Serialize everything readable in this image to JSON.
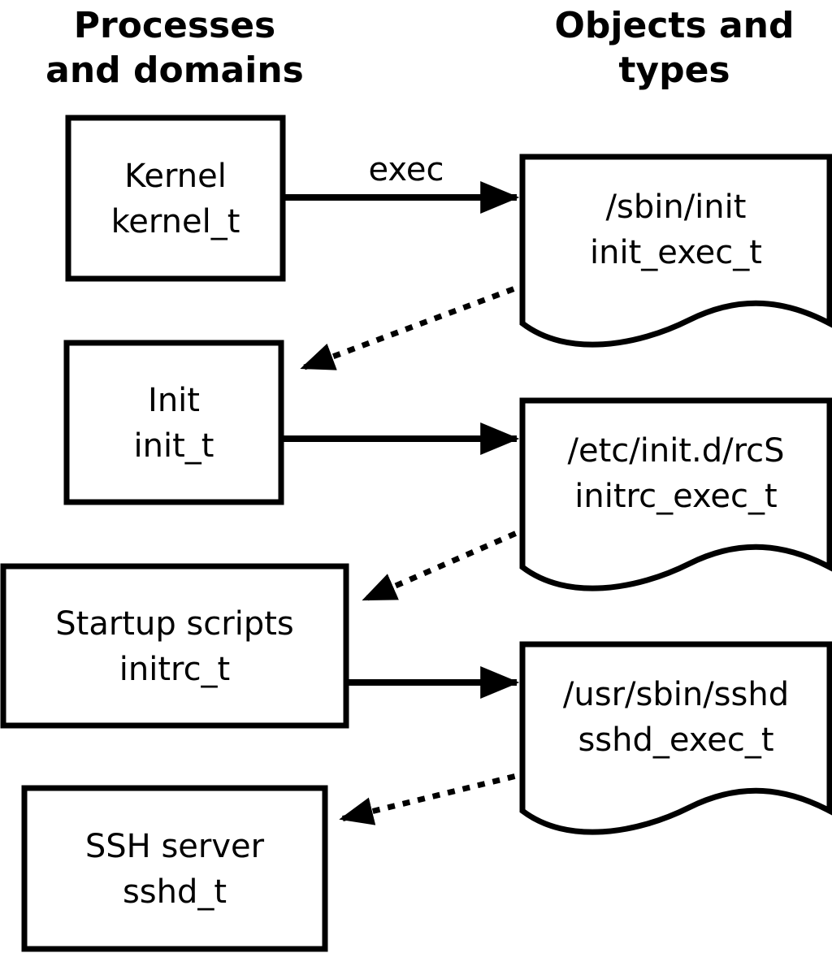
{
  "colors": {
    "foreground": "#000000",
    "background": "#ffffff"
  },
  "headers": {
    "left_line1": "Processes",
    "left_line2": "and domains",
    "right_line1": "Objects and",
    "right_line2": "types"
  },
  "processes": [
    {
      "line1": "Kernel",
      "line2": "kernel_t"
    },
    {
      "line1": "Init",
      "line2": "init_t"
    },
    {
      "line1": "Startup scripts",
      "line2": "initrc_t"
    },
    {
      "line1": "SSH server",
      "line2": "sshd_t"
    }
  ],
  "objects": [
    {
      "line1": "/sbin/init",
      "line2": "init_exec_t"
    },
    {
      "line1": "/etc/init.d/rcS",
      "line2": "initrc_exec_t"
    },
    {
      "line1": "/usr/sbin/sshd",
      "line2": "sshd_exec_t"
    }
  ],
  "arrows": {
    "exec_label": "exec"
  }
}
